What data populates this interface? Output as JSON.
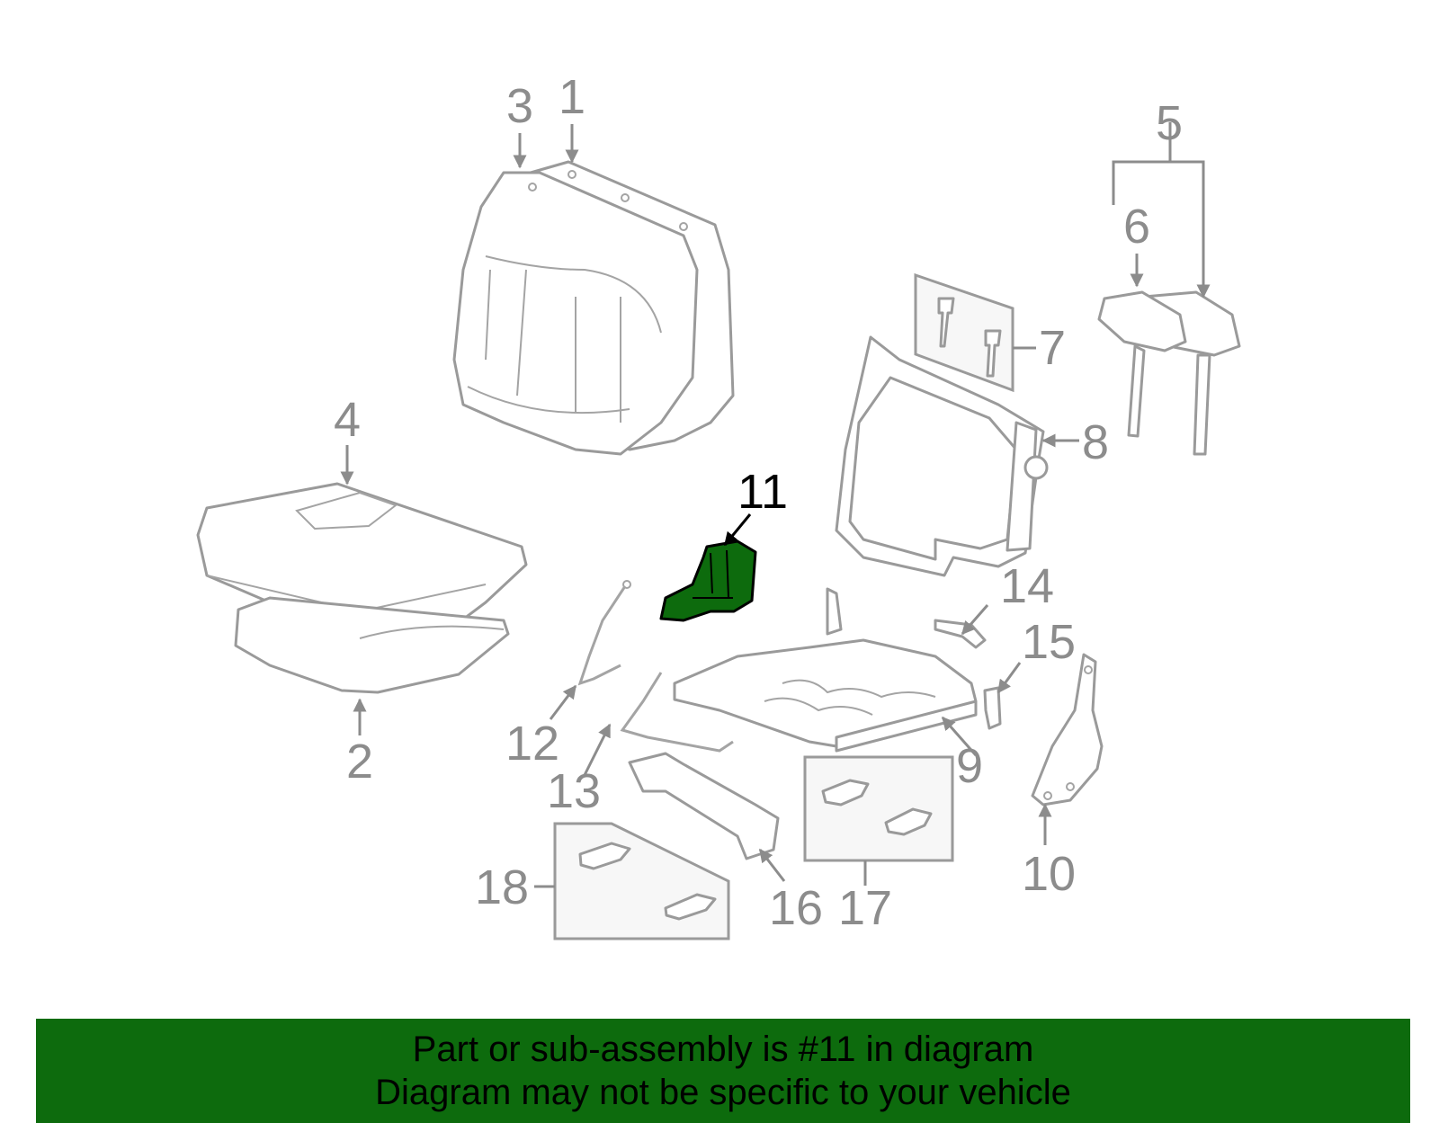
{
  "diagram": {
    "highlight_color": "#0d6b0d",
    "highlighted_part": "11",
    "callouts": {
      "c1": "1",
      "c2": "2",
      "c3": "3",
      "c4": "4",
      "c5": "5",
      "c6": "6",
      "c7": "7",
      "c8": "8",
      "c9": "9",
      "c10": "10",
      "c11": "11",
      "c12": "12",
      "c13": "13",
      "c14": "14",
      "c15": "15",
      "c16": "16",
      "c17": "17",
      "c18": "18"
    }
  },
  "banner": {
    "line1": "Part or sub-assembly is #11 in diagram",
    "line2": "Diagram may not be specific to your vehicle",
    "background": "#0d6b0d"
  }
}
